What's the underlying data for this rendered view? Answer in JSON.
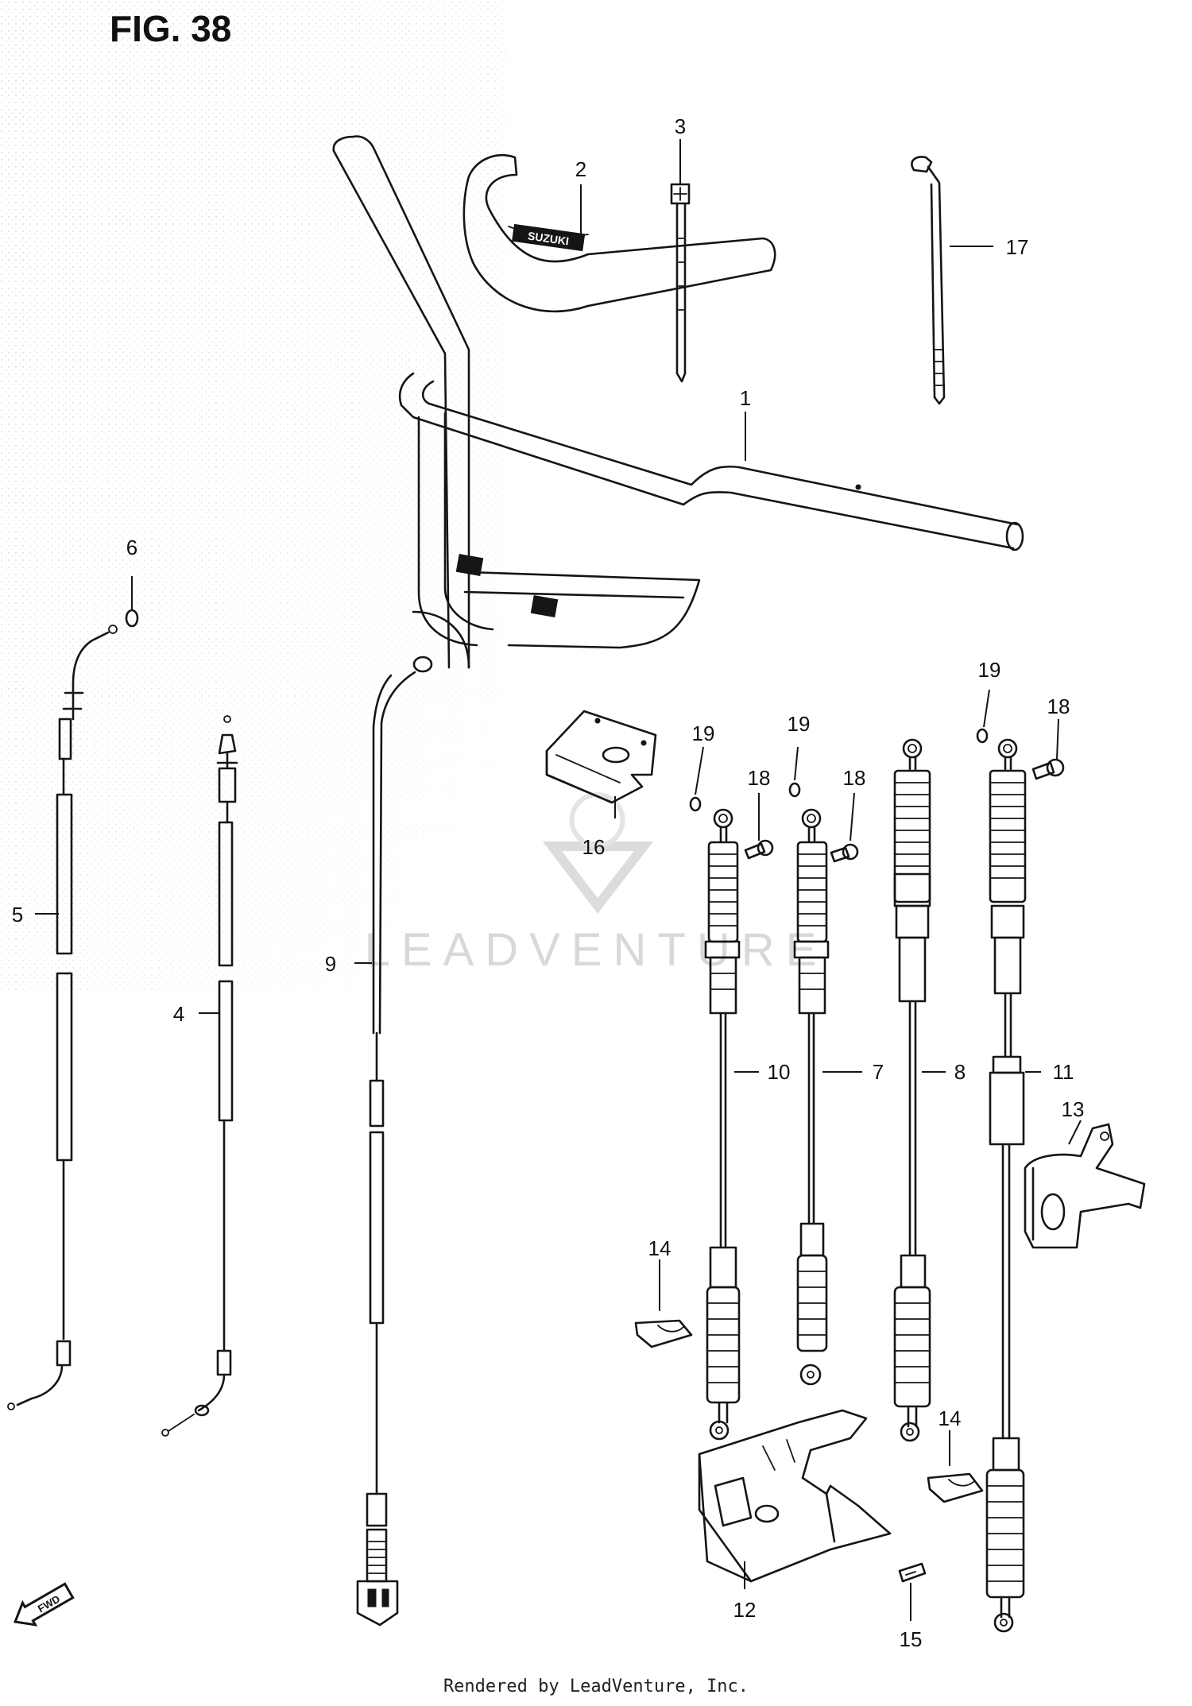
{
  "figure": {
    "title": "FIG. 38"
  },
  "watermark": {
    "text": "LEADVENTURE"
  },
  "footer": {
    "text": "Rendered by LeadVenture, Inc."
  },
  "decal": {
    "text": "SUZUKI"
  },
  "fwd_badge": {
    "text": "FWD"
  },
  "callouts": [
    {
      "id": "c1",
      "label": "1"
    },
    {
      "id": "c2",
      "label": "2"
    },
    {
      "id": "c3",
      "label": "3"
    },
    {
      "id": "c4",
      "label": "4"
    },
    {
      "id": "c5",
      "label": "5"
    },
    {
      "id": "c6",
      "label": "6"
    },
    {
      "id": "c7",
      "label": "7"
    },
    {
      "id": "c8",
      "label": "8"
    },
    {
      "id": "c9",
      "label": "9"
    },
    {
      "id": "c10",
      "label": "10"
    },
    {
      "id": "c11",
      "label": "11"
    },
    {
      "id": "c12",
      "label": "12"
    },
    {
      "id": "c13",
      "label": "13"
    },
    {
      "id": "c14a",
      "label": "14"
    },
    {
      "id": "c14b",
      "label": "14"
    },
    {
      "id": "c15",
      "label": "15"
    },
    {
      "id": "c16",
      "label": "16"
    },
    {
      "id": "c17",
      "label": "17"
    },
    {
      "id": "c18a",
      "label": "18"
    },
    {
      "id": "c18b",
      "label": "18"
    },
    {
      "id": "c18c",
      "label": "18"
    },
    {
      "id": "c19a",
      "label": "19"
    },
    {
      "id": "c19b",
      "label": "19"
    },
    {
      "id": "c19c",
      "label": "19"
    }
  ]
}
